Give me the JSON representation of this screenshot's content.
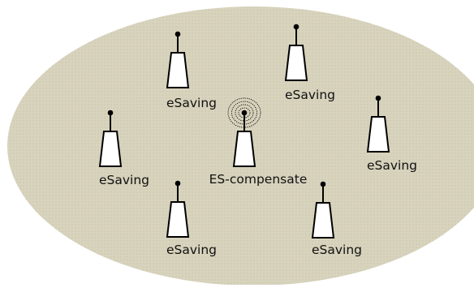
{
  "colors": {
    "cell_fill": "#d8d3bd",
    "cell_texture": "#c9c3a8",
    "tower_fill": "#ffffff",
    "stroke": "#000000",
    "label_text": "#111111"
  },
  "stations": [
    {
      "label": "eSaving",
      "role": "saving-mode",
      "icon": "base-station-icon"
    },
    {
      "label": "eSaving",
      "role": "saving-mode",
      "icon": "base-station-icon"
    },
    {
      "label": "eSaving",
      "role": "saving-mode",
      "icon": "base-station-icon"
    },
    {
      "label": "ES-compensate",
      "role": "compensating",
      "icon": "base-station-icon",
      "signal": "radiating-signal-icon"
    },
    {
      "label": "eSaving",
      "role": "saving-mode",
      "icon": "base-station-icon"
    },
    {
      "label": "eSaving",
      "role": "saving-mode",
      "icon": "base-station-icon"
    },
    {
      "label": "eSaving",
      "role": "saving-mode",
      "icon": "base-station-icon"
    }
  ]
}
